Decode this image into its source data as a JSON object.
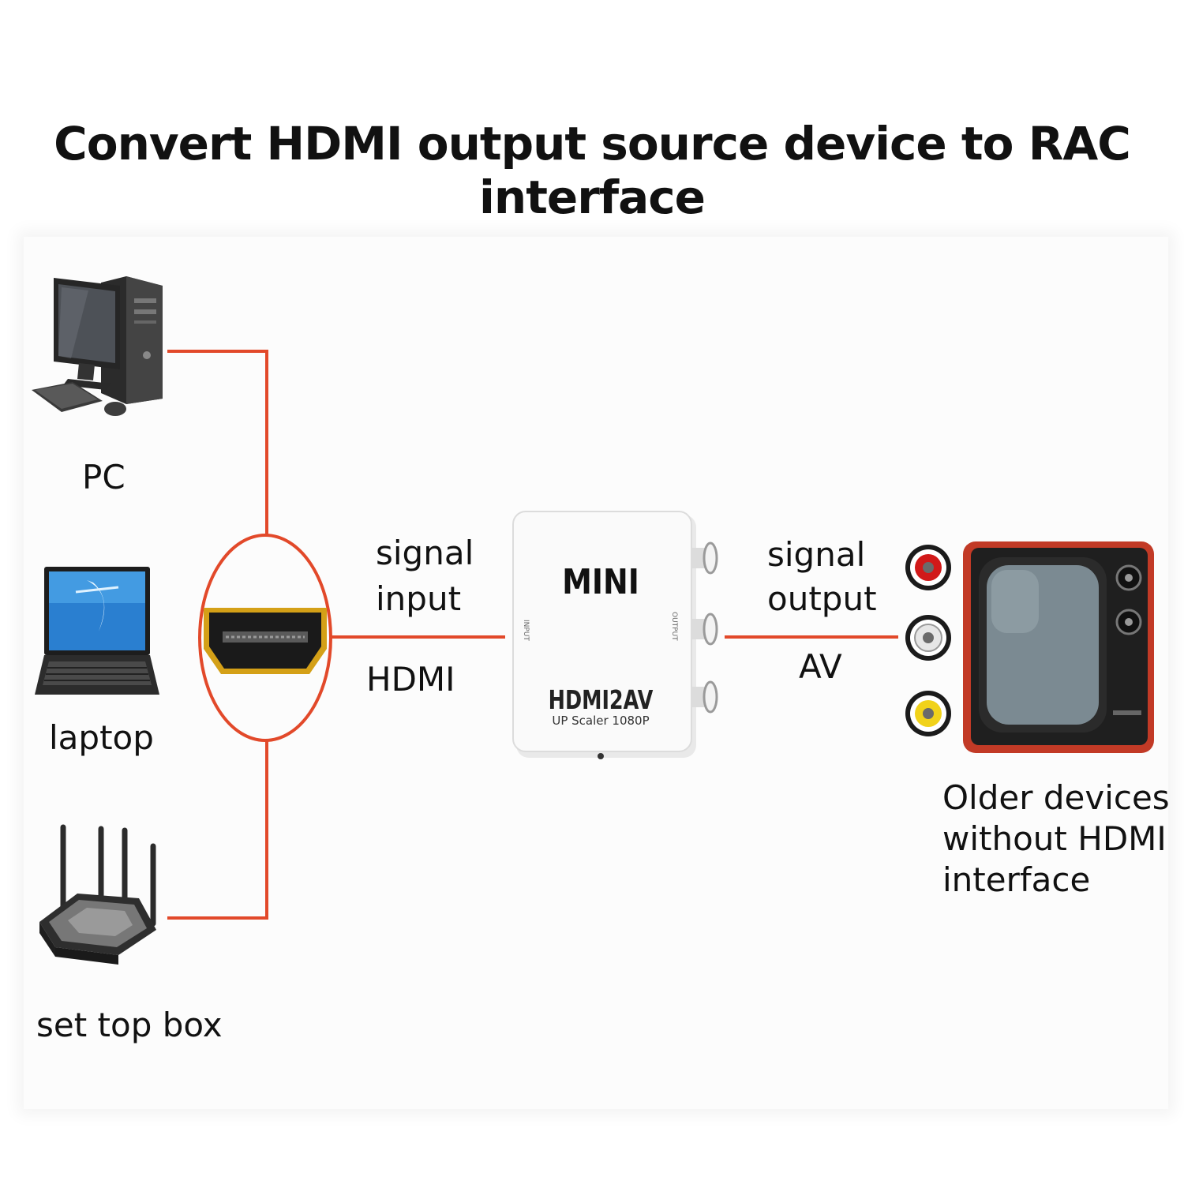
{
  "title": "Convert HDMI output source device to RAC interface",
  "sources": [
    {
      "label": "PC",
      "icon": "desktop-pc-icon"
    },
    {
      "label": "laptop",
      "icon": "laptop-icon"
    },
    {
      "label": "set top box",
      "icon": "router-set-top-box-icon"
    }
  ],
  "input": {
    "line1": "signal",
    "line2": "input",
    "type": "HDMI"
  },
  "converter": {
    "brand": "MINI",
    "model": "HDMI2AV",
    "subtitle": "UP Scaler 1080P",
    "left_port": "INPUT",
    "right_port": "OUTPUT"
  },
  "output": {
    "line1": "signal",
    "line2": "output",
    "type": "AV"
  },
  "target": {
    "line1": "Older devices",
    "line2": "without HDMI",
    "line3": "interface",
    "icon": "old-tv-icon"
  },
  "colors": {
    "wire": "#e2492a",
    "hdmi_gold": "#d4a017",
    "rca_red": "#d11919",
    "rca_white": "#e6e6e6",
    "rca_yellow": "#f1d21a",
    "tv_frame": "#c23a26"
  }
}
